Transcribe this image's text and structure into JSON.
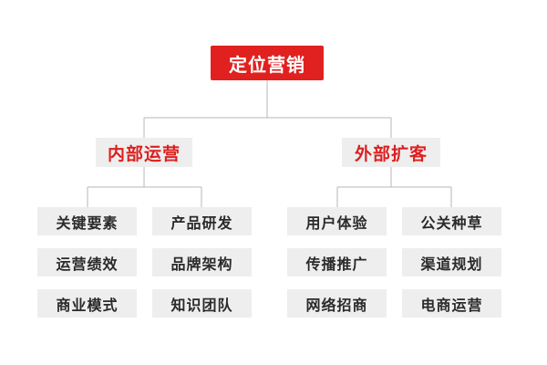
{
  "diagram": {
    "root": {
      "label": "定位营销"
    },
    "branches": [
      {
        "label": "内部运营",
        "items": [
          "关键要素",
          "产品研发",
          "运营绩效",
          "品牌架构",
          "商业模式",
          "知识团队"
        ]
      },
      {
        "label": "外部扩客",
        "items": [
          "用户体验",
          "公关种草",
          "传播推广",
          "渠道规划",
          "网络招商",
          "电商运营"
        ]
      }
    ]
  },
  "colors": {
    "accent": "#e0211f",
    "box_background": "#eeeeee",
    "leaf_text": "#2a2a2a",
    "connector": "#b7b7b7"
  }
}
